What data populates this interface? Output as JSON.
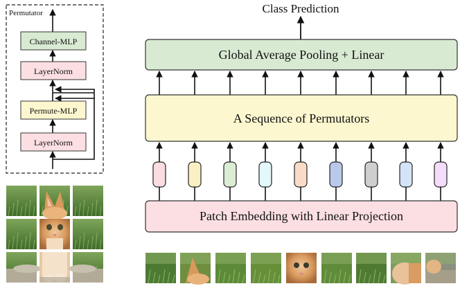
{
  "permutator_inset": {
    "title": "Permutator",
    "blocks": [
      "Channel-MLP",
      "LayerNorm",
      "Permute-MLP",
      "LayerNorm"
    ]
  },
  "main": {
    "output_label": "Class Prediction",
    "head_block": "Global Average Pooling + Linear",
    "middle_block": "A Sequence of Permutators",
    "embedding_block": "Patch Embedding with Linear Projection"
  },
  "token_colors": [
    "#f9dde0",
    "#fbf0c4",
    "#dcedd6",
    "#e4f7fb",
    "#f9dcc8",
    "#b9c9ea",
    "#cfcfcf",
    "#d4e4f7",
    "#f6dcfb"
  ],
  "colors": {
    "green_block": "#d9ead3",
    "yellow_block": "#fdf7cf",
    "pink_block": "#fbdfe2",
    "green_fill_light": "#e3f0d9",
    "yellow_fill_light": "#fbf7cf",
    "pink_fill_light": "#fbdfe2"
  }
}
